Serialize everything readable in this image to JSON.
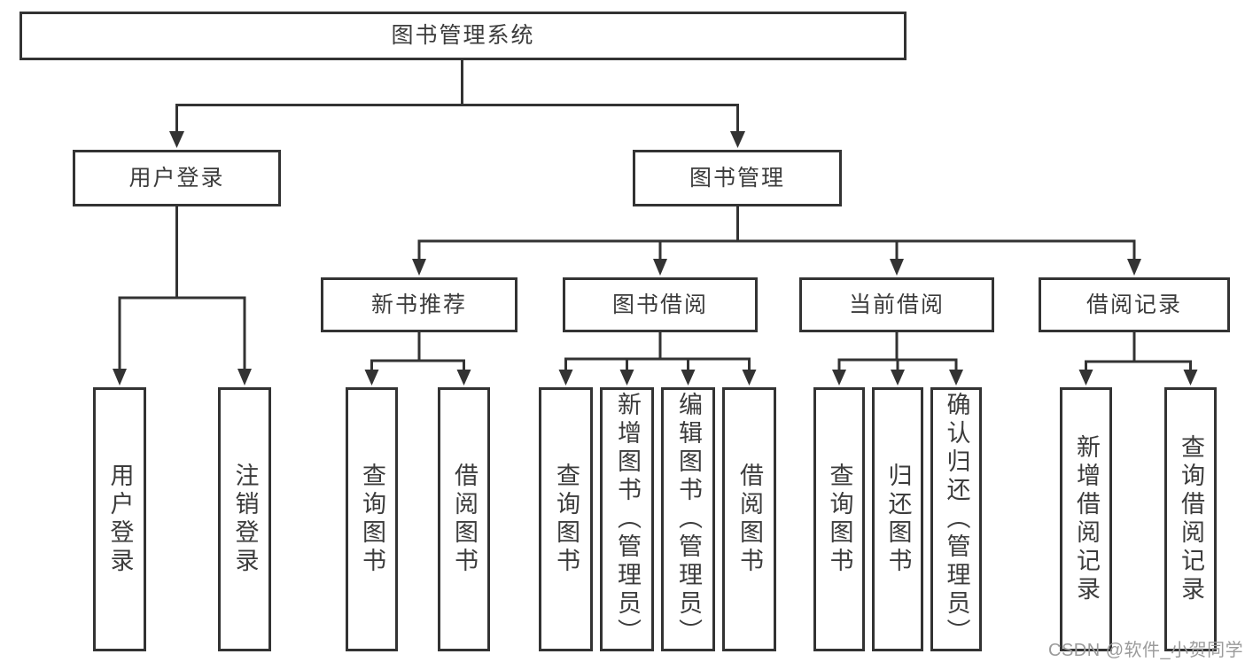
{
  "colors": {
    "line": "#333333",
    "box_border": "#333333",
    "text": "#3c3c3c",
    "background": "#ffffff",
    "watermark": "#9b9b9b"
  },
  "tree": {
    "root": {
      "label": "图书管理系统"
    },
    "level2": [
      {
        "label": "用户登录",
        "children": [
          {
            "label": "用户登录"
          },
          {
            "label": "注销登录"
          }
        ]
      },
      {
        "label": "图书管理"
      }
    ],
    "level3": [
      {
        "label": "新书推荐",
        "children": [
          {
            "label": "查询图书"
          },
          {
            "label": "借阅图书"
          }
        ]
      },
      {
        "label": "图书借阅",
        "children": [
          {
            "label": "查询图书"
          },
          {
            "label": "新增图书（管理员）"
          },
          {
            "label": "编辑图书（管理员）"
          },
          {
            "label": "借阅图书"
          }
        ]
      },
      {
        "label": "当前借阅",
        "children": [
          {
            "label": "查询图书"
          },
          {
            "label": "归还图书"
          },
          {
            "label": "确认归还（管理员）"
          }
        ]
      },
      {
        "label": "借阅记录",
        "children": [
          {
            "label": "新增借阅记录"
          },
          {
            "label": "查询借阅记录"
          }
        ]
      }
    ]
  },
  "watermark": {
    "text": "CSDN @软件_小贺同学"
  }
}
